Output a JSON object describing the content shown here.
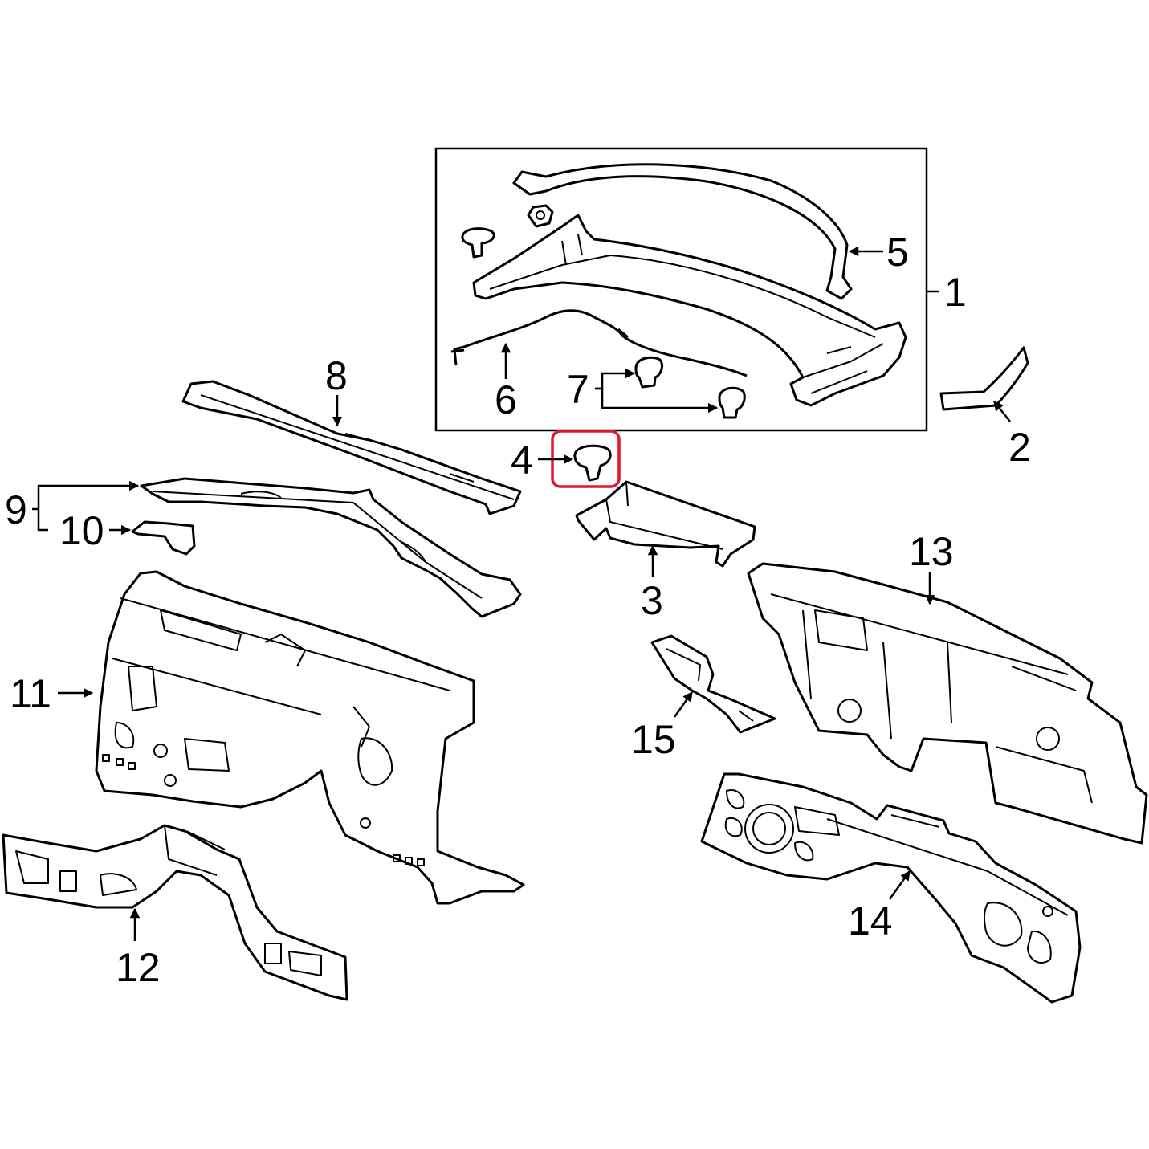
{
  "colors": {
    "line": "#000000",
    "background": "#ffffff",
    "highlight": "#e0182d"
  },
  "highlighted_callout": "4",
  "callouts": {
    "c1": "1",
    "c2": "2",
    "c3": "3",
    "c4": "4",
    "c5": "5",
    "c6": "6",
    "c7": "7",
    "c8": "8",
    "c9": "9",
    "c10": "10",
    "c11": "11",
    "c12": "12",
    "c13": "13",
    "c14": "14",
    "c15": "15"
  }
}
